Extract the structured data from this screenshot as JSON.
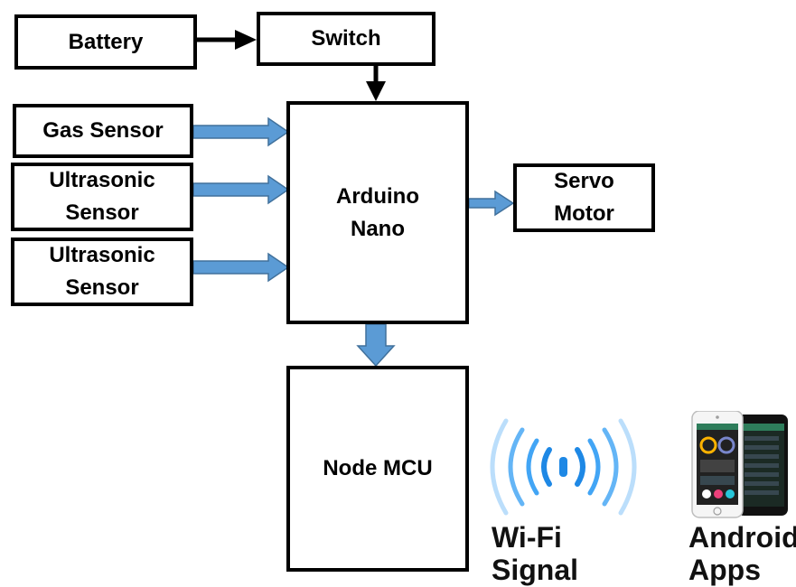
{
  "blocks": {
    "battery": "Battery",
    "switch": "Switch",
    "gas_sensor": "Gas Sensor",
    "ultrasonic_1": [
      "Ultrasonic",
      "Sensor"
    ],
    "ultrasonic_2": [
      "Ultrasonic",
      "Sensor"
    ],
    "arduino": [
      "Arduino",
      "Nano"
    ],
    "servo": [
      "Servo",
      "Motor"
    ],
    "nodemcu": "Node MCU"
  },
  "labels": {
    "wifi": [
      "Wi-Fi",
      "Signal"
    ],
    "android": [
      "Android",
      "Apps"
    ]
  },
  "colors": {
    "arrow_fill": "#5b9bd5",
    "arrow_stroke": "#41719c",
    "wifi_dark": "#1e88e5",
    "wifi_light": "#90caf9"
  },
  "icons": {
    "wifi": "wifi-signal-icon",
    "phones": "android-phones-icon"
  }
}
